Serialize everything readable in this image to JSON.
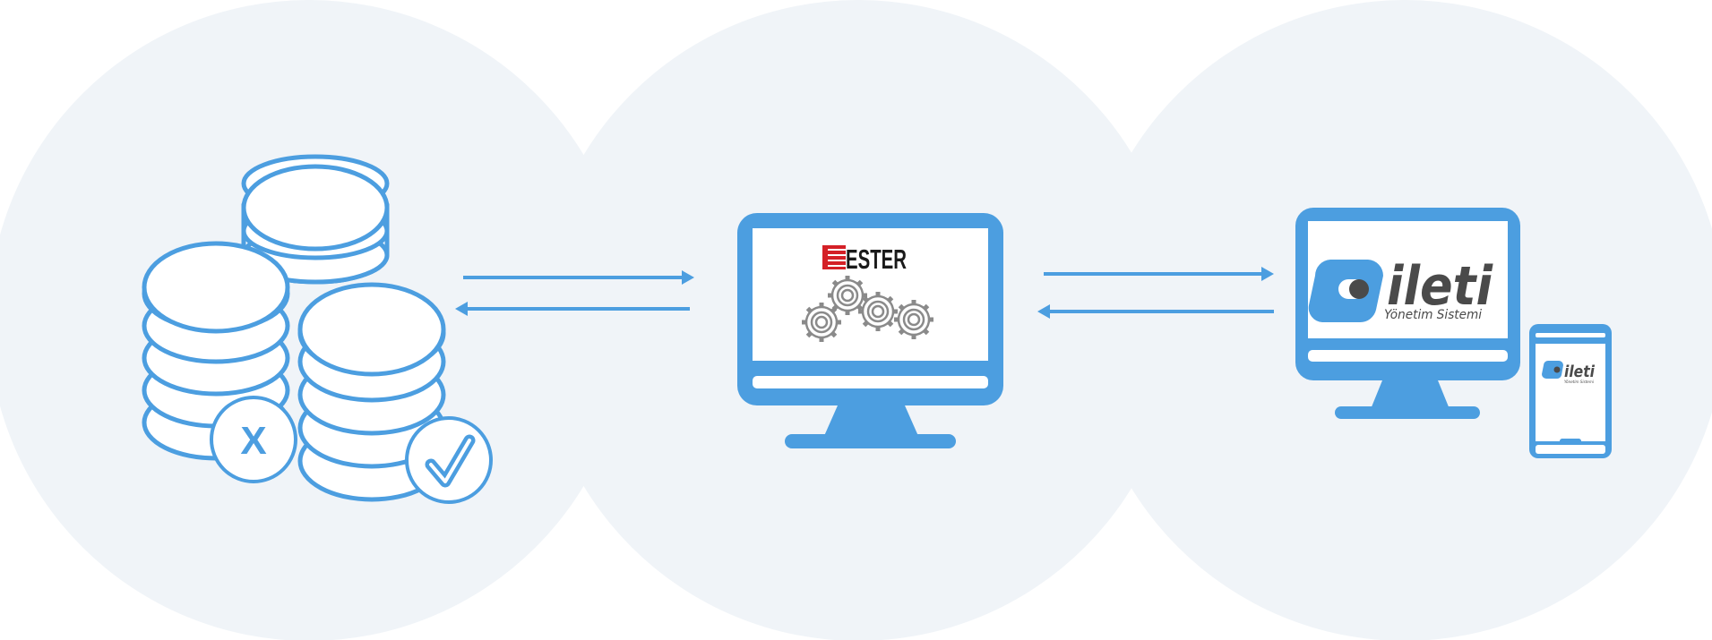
{
  "colors": {
    "background": "#ffffff",
    "circle": "#f0f4f8",
    "accent": "#4c9ee0",
    "gear": "#8a8a8a",
    "ester_red": "#d42027",
    "ester_text": "#1a1a1a",
    "ileti_text": "#4a4a4a"
  },
  "database_group": {
    "reject_badge_label": "X",
    "accept_badge_icon": "check-icon"
  },
  "ester_monitor": {
    "logo_text": "ESTER",
    "gears_icon": "gears-icon"
  },
  "ileti_monitor": {
    "logo_text": "ileti",
    "subtitle": "Yönetim Sistemi"
  },
  "phone": {
    "logo_text": "ileti",
    "subtitle": "Yönetim Sistemi"
  }
}
